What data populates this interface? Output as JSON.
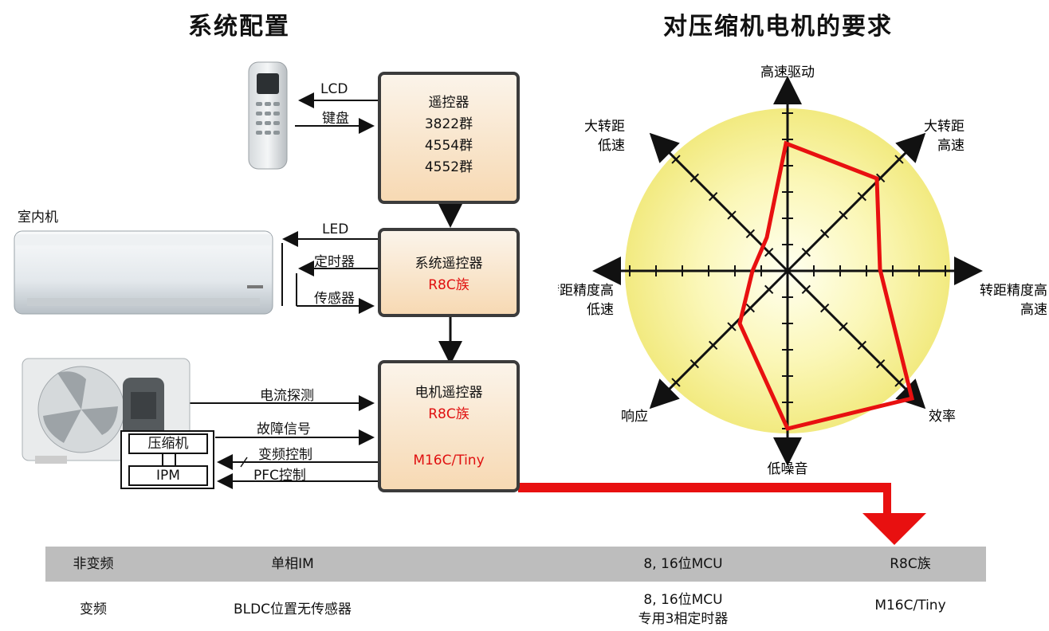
{
  "left_title": "系统配置",
  "right_title": "对压缩机电机的要求",
  "remote_box": {
    "line1": "遥控器",
    "line2": "3822群",
    "line3": "4554群",
    "line4": "4552群"
  },
  "system_box": {
    "line1": "系统遥控器",
    "line2": "R8C族"
  },
  "motor_box": {
    "line1": "电机遥控器",
    "line2": "R8C族",
    "line3": "M16C/Tiny"
  },
  "remote_arrows": {
    "lcd": "LCD",
    "keypad": "键盘"
  },
  "indoor_label": "室内机",
  "indoor_arrows": {
    "led": "LED",
    "timer": "定时器",
    "sensor": "传感器"
  },
  "outdoor_arrows": {
    "current": "电流探测",
    "fault": "故障信号",
    "inverter": "变频控制",
    "pfc": "PFC控制"
  },
  "outdoor_box": {
    "compressor": "压缩机",
    "ipm": "IPM"
  },
  "radar": {
    "axes": {
      "top": "高速驱动",
      "top_right_1": "大转距",
      "top_right_2": "高速",
      "top_left_1": "大转距",
      "top_left_2": "低速",
      "right_1": "转距精度高",
      "right_2": "高速",
      "left_1": "转距精度高",
      "left_2": "低速",
      "bottom_right": "效率",
      "bottom_left": "响应",
      "bottom": "低噪音"
    },
    "colors": {
      "polygon": "#e81010",
      "disc": "#f8f4a0"
    }
  },
  "table": {
    "row1": {
      "c1": "非变频",
      "c2": "单相IM",
      "c3": "8, 16位MCU",
      "c4": "R8C族"
    },
    "row2": {
      "c1": "变频",
      "c2": "BLDC位置无传感器",
      "c3a": "8, 16位MCU",
      "c3b": "专用3相定时器",
      "c4": "M16C/Tiny"
    }
  }
}
